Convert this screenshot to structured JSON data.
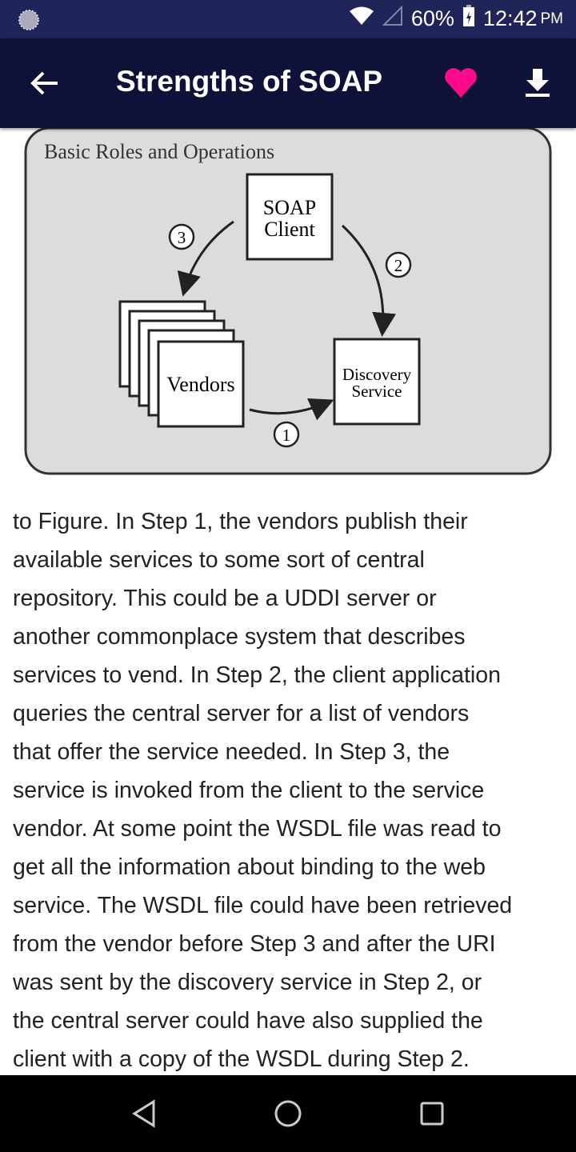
{
  "status_bar": {
    "battery": "60%",
    "time": "12:42",
    "ampm": "PM"
  },
  "toolbar": {
    "title": "Strengths of SOAP"
  },
  "colors": {
    "status_bg": "#1f2459",
    "toolbar_bg": "#0e1138",
    "heart": "#ff0a8c"
  },
  "figure": {
    "title": "Basic Roles and Operations",
    "soap_client": [
      "SOAP",
      "Client"
    ],
    "vendors": "Vendors",
    "discovery": [
      "Discovery",
      "Service"
    ],
    "steps": [
      "1",
      "2",
      "3"
    ]
  },
  "body_lines": [
    "to Figure. In Step 1, the vendors publish their",
    "available services to some sort of central",
    "repository. This could be a UDDI server or",
    "another commonplace system that describes",
    "services to vend. In Step 2, the client application",
    "queries the central server for a list of vendors",
    "that offer the service needed. In Step 3, the",
    "service is invoked from the client to the service",
    "vendor. At some point the WSDL file was read to",
    "get all the information about binding to the web",
    "service. The WSDL file could have been retrieved",
    "from the vendor before Step 3 and after the URI",
    "was sent by the discovery service in Step 2, or",
    "the central server could have also supplied the",
    "client with a copy of the WSDL during Step 2."
  ]
}
